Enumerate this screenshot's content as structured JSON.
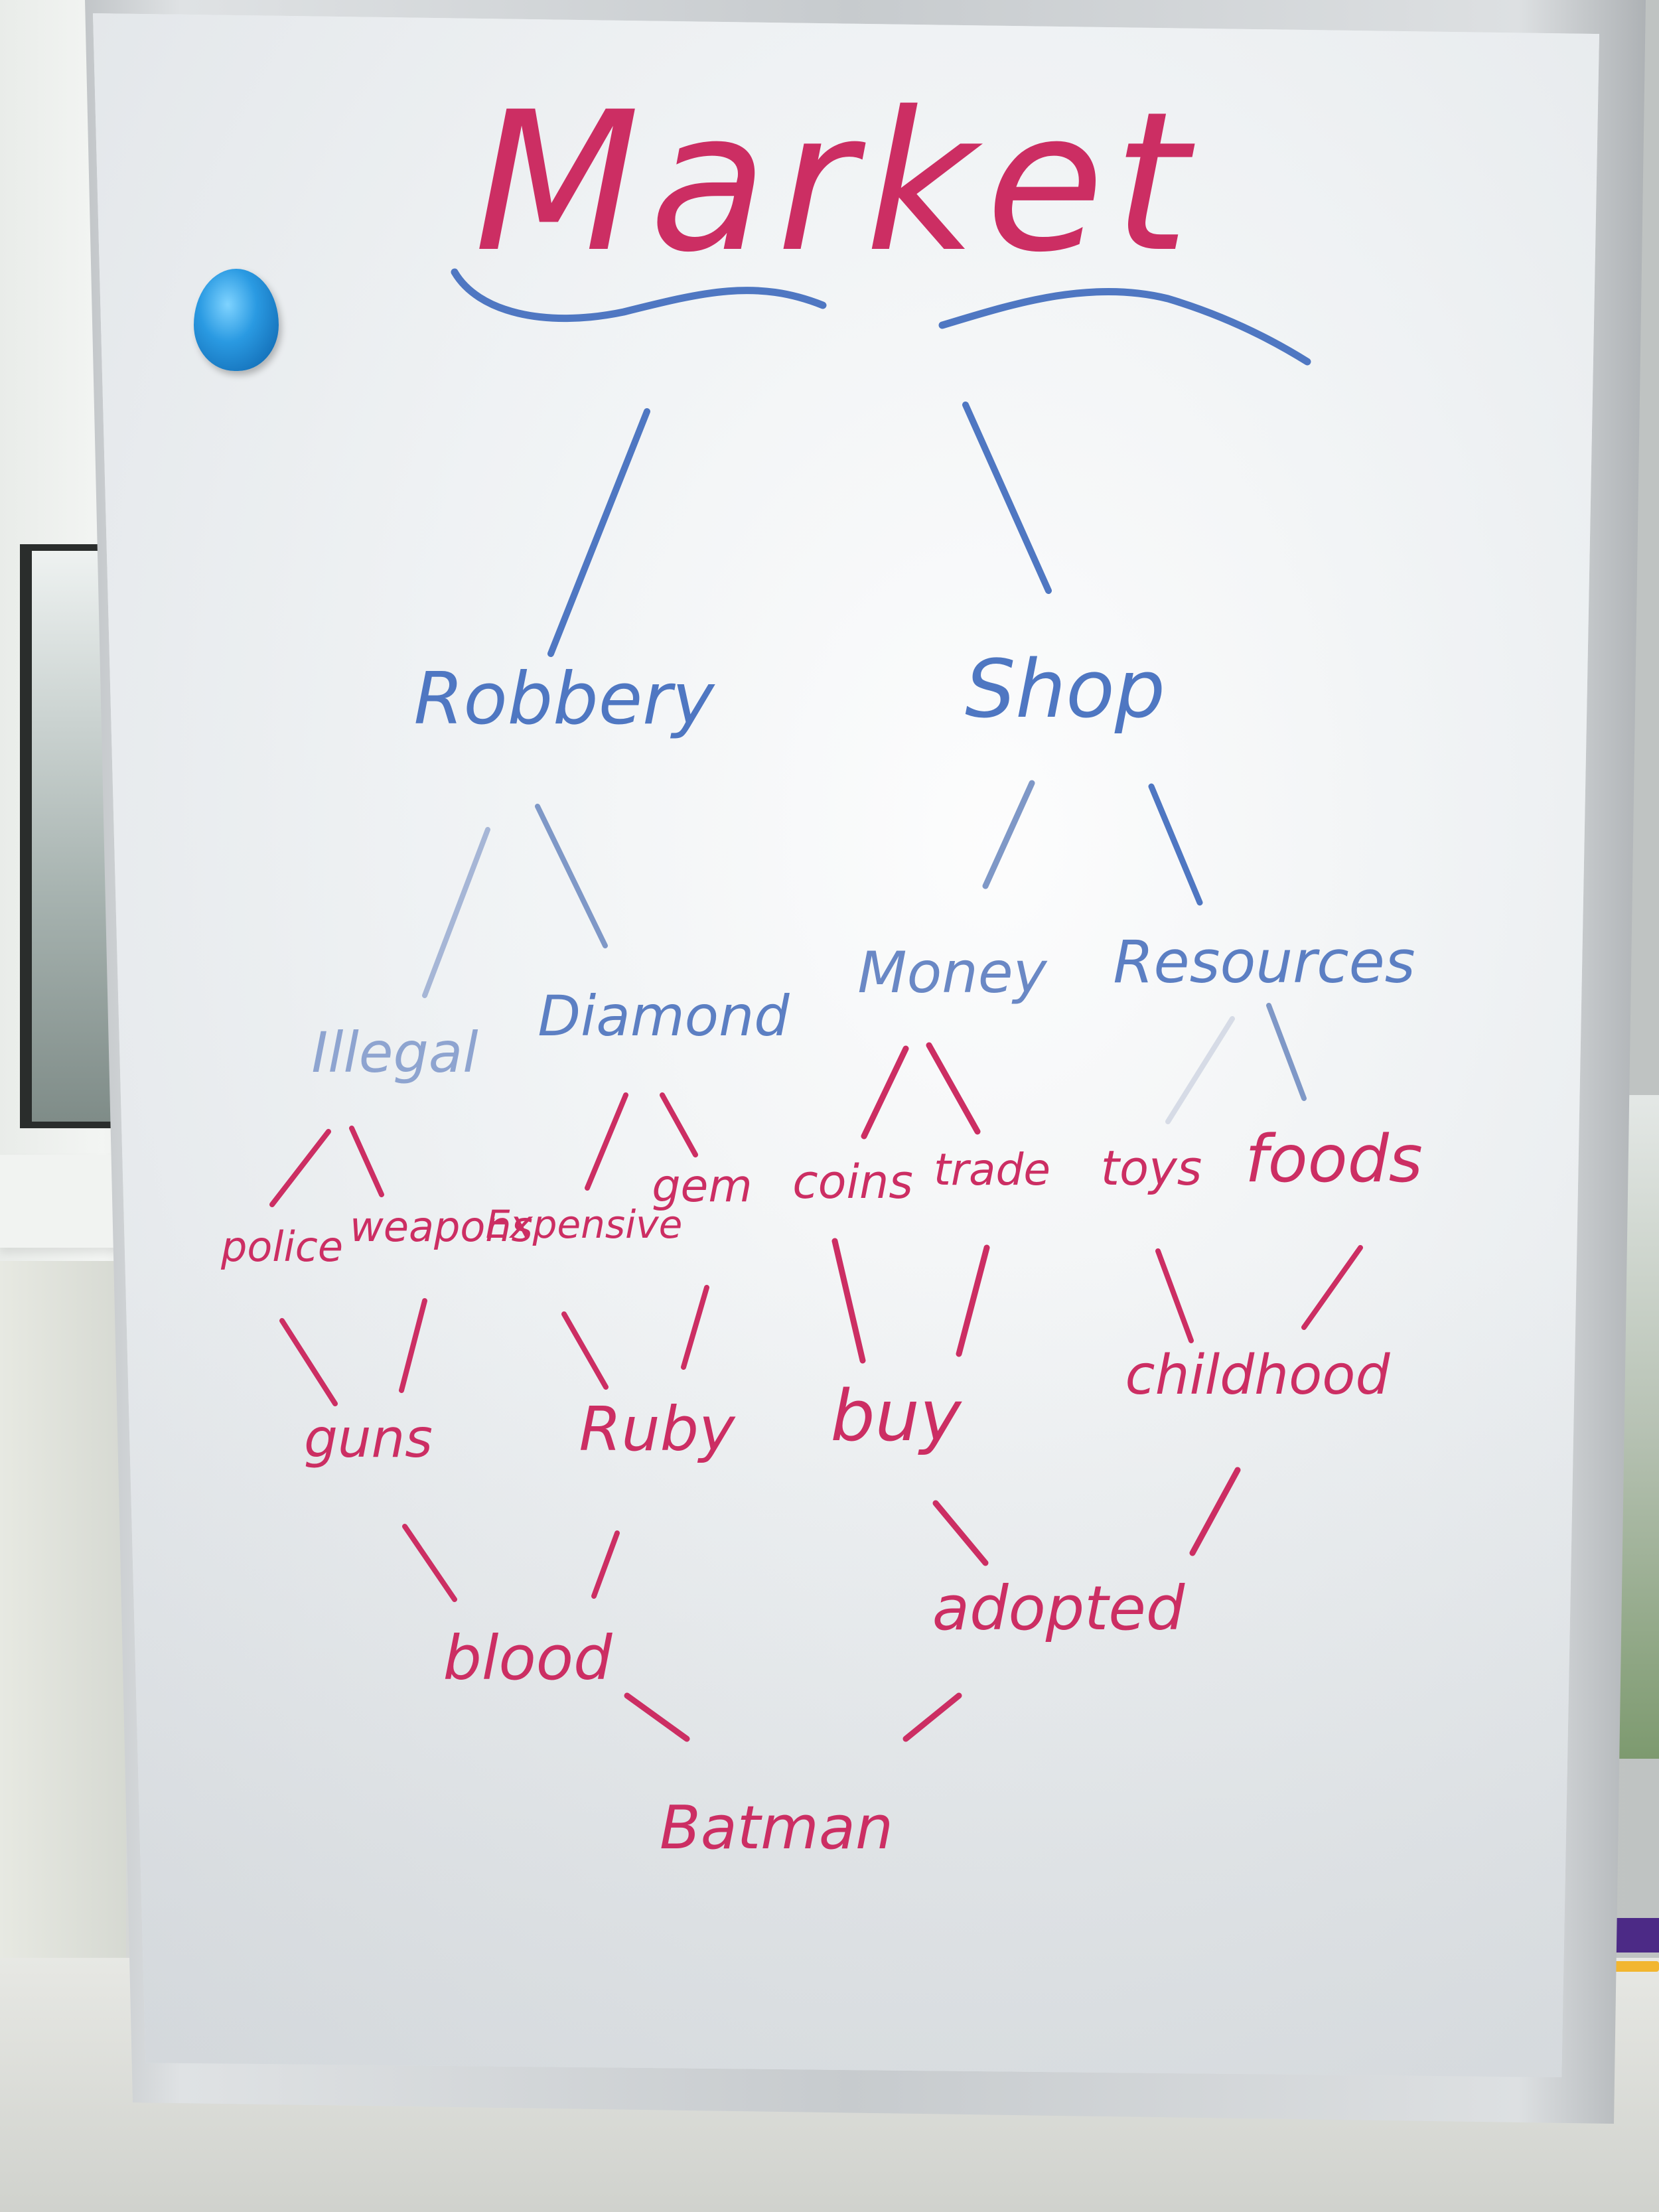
{
  "board": {
    "title": "Market",
    "nodes": {
      "robbery": "Robbery",
      "shop": "Shop",
      "illegal": "Illegal",
      "diamond": "Diamond",
      "money": "Money",
      "resources": "Resources",
      "police": "police",
      "weapons": "weapons",
      "expensive": "Expensive",
      "gem": "gem",
      "coins": "coins",
      "trade": "trade",
      "toys": "toys",
      "foods": "foods",
      "guns": "guns",
      "ruby": "Ruby",
      "buy": "buy",
      "childhood": "childhood",
      "blood": "blood",
      "adopted": "adopted",
      "batman": "Batman"
    }
  },
  "colors": {
    "ink_red": "#cc2e63",
    "ink_blue": "#4f77c2",
    "magnet": "#1e88d6"
  },
  "icons": {
    "magnet": "round-blue-magnet"
  }
}
